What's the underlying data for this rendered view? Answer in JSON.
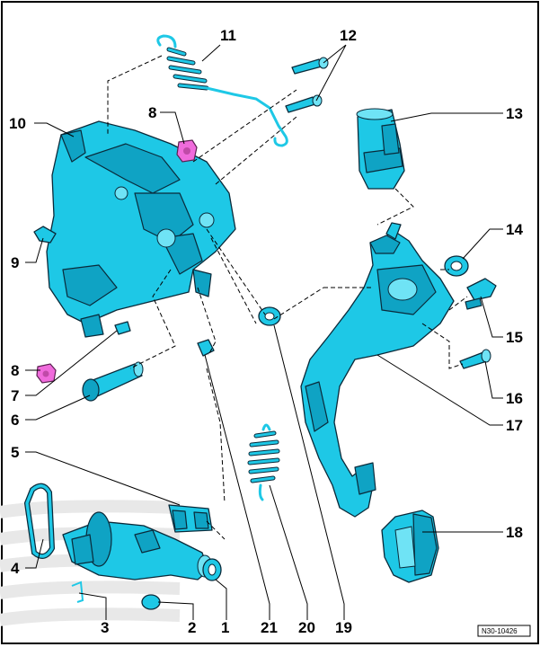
{
  "callouts": {
    "c1": "1",
    "c2": "2",
    "c3": "3",
    "c4": "4",
    "c5": "5",
    "c6": "6",
    "c7": "7",
    "c8a": "8",
    "c8b": "8",
    "c9": "9",
    "c10": "10",
    "c11": "11",
    "c12": "12",
    "c13": "13",
    "c14": "14",
    "c15": "15",
    "c16": "16",
    "c17": "17",
    "c18": "18",
    "c19": "19",
    "c20": "20",
    "c21": "21"
  },
  "reference_code": "N30-10426",
  "colors": {
    "part": "#1ec8e6",
    "bushing": "#f06bdc",
    "outline": "#0a2a3a"
  }
}
